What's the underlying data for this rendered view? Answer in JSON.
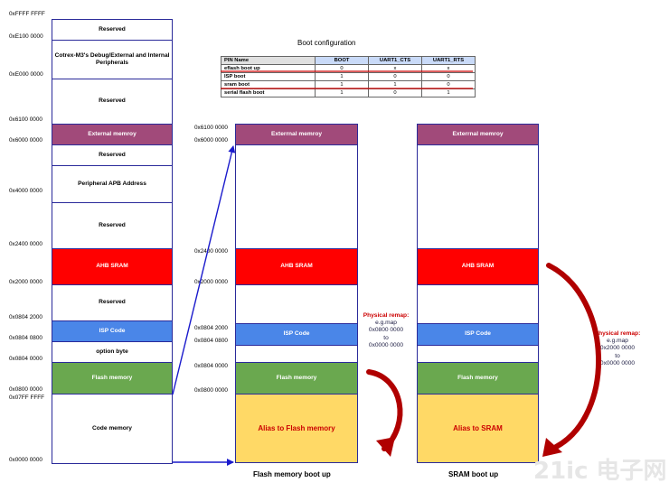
{
  "table": {
    "title": "Boot configuration",
    "headers": [
      "PIN Name",
      "BOOT",
      "UART1_CTS",
      "UART1_RTS"
    ],
    "rows": [
      [
        "eflash boot up",
        "0",
        "x",
        "x"
      ],
      [
        "ISP boot",
        "1",
        "0",
        "0"
      ],
      [
        "sram boot",
        "1",
        "1",
        "0"
      ],
      [
        "serial flash boot",
        "1",
        "0",
        "1"
      ]
    ]
  },
  "left_map": {
    "addresses": [
      "0xFFFF FFFF",
      "0xE100 0000",
      "0xE000 0000",
      "0x6100 0000",
      "0x6000 0000",
      "0x4000 0000",
      "0x2400 0000",
      "0x2000 0000",
      "0x0804 2000",
      "0x0804 0800",
      "0x0804 0000",
      "0x0800 0000",
      "0x07FF FFFF",
      "0x0000 0000"
    ],
    "blocks": [
      "Reserved",
      "Cotrex-M3's Debug/External and Internal Peripherals",
      "Reserved",
      "External memroy",
      "Reserved",
      "Peripheral APB Address",
      "Reserved",
      "AHB SRAM",
      "Reserved",
      "ISP Code",
      "option byte",
      "Flash memory",
      "Code memory"
    ]
  },
  "mid_map": {
    "addresses": [
      "0x6100 0000",
      "0x6000 0000",
      "0x2400 0000",
      "0x2000 0000",
      "0x0804 2000",
      "0x0804 0800",
      "0x0804 0000",
      "0x0800 0000"
    ],
    "blocks": [
      "Exterrnal memroy",
      "AHB SRAM",
      "ISP Code",
      "Flash memory",
      "Alias to Flash memory"
    ],
    "caption": "Flash memory boot up",
    "remap": {
      "title": "Physical remap:",
      "lines": [
        "e.g.map",
        "0x0800 0000",
        "to",
        "0x0000 0000"
      ]
    }
  },
  "right_map": {
    "blocks": [
      "Exterrnal memroy",
      "AHB SRAM",
      "ISP Code",
      "Flash memory",
      "Alias to SRAM"
    ],
    "caption": "SRAM boot up",
    "remap": {
      "title": "Physical remap:",
      "lines": [
        "e.g.map",
        "0x2000 0000",
        "to",
        "0x0000 0000"
      ]
    }
  },
  "colors": {
    "purple": "#a14a7a",
    "red": "#ff0000",
    "blue": "#4a86e8",
    "green": "#6aa84f",
    "yellow": "#ffd966",
    "arrow": "#1a1acc",
    "curve": "#c00000"
  },
  "watermark": "21ic 电子网"
}
